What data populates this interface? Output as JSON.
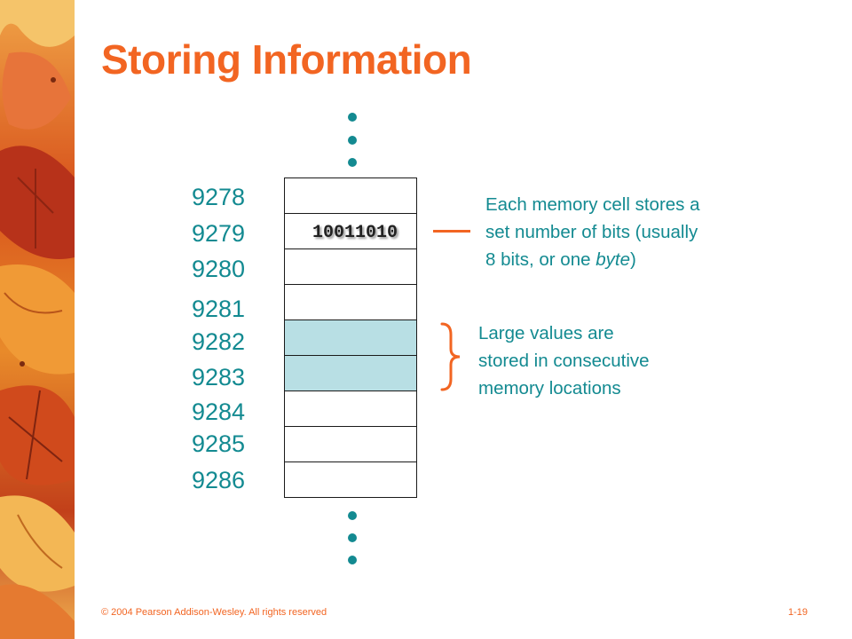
{
  "slide": {
    "title": "Storing Information",
    "addresses": [
      "9278",
      "9279",
      "9280",
      "9281",
      "9282",
      "9283",
      "9284",
      "9285",
      "9286"
    ],
    "stored_value": "10011010",
    "highlighted_addresses": [
      "9282",
      "9283"
    ],
    "note_cell_line1": "Each memory cell stores a",
    "note_cell_line2": "set number of bits (usually",
    "note_cell_line3_prefix": "8 bits, or one ",
    "note_cell_line3_emph": "byte",
    "note_cell_line3_suffix": ")",
    "note_large_line1": "Large values are",
    "note_large_line2": "stored in consecutive",
    "note_large_line3": "memory locations"
  },
  "footer": {
    "copyright": "© 2004 Pearson Addison-Wesley. All rights reserved",
    "page": "1-19"
  },
  "colors": {
    "title": "#f26522",
    "teal_text": "#138a91",
    "highlight_cell": "#b8dfe4",
    "accent": "#f26522"
  },
  "icons": [
    "autumn-leaves-decoration",
    "ellipsis-dots-icon",
    "curly-brace-icon"
  ]
}
